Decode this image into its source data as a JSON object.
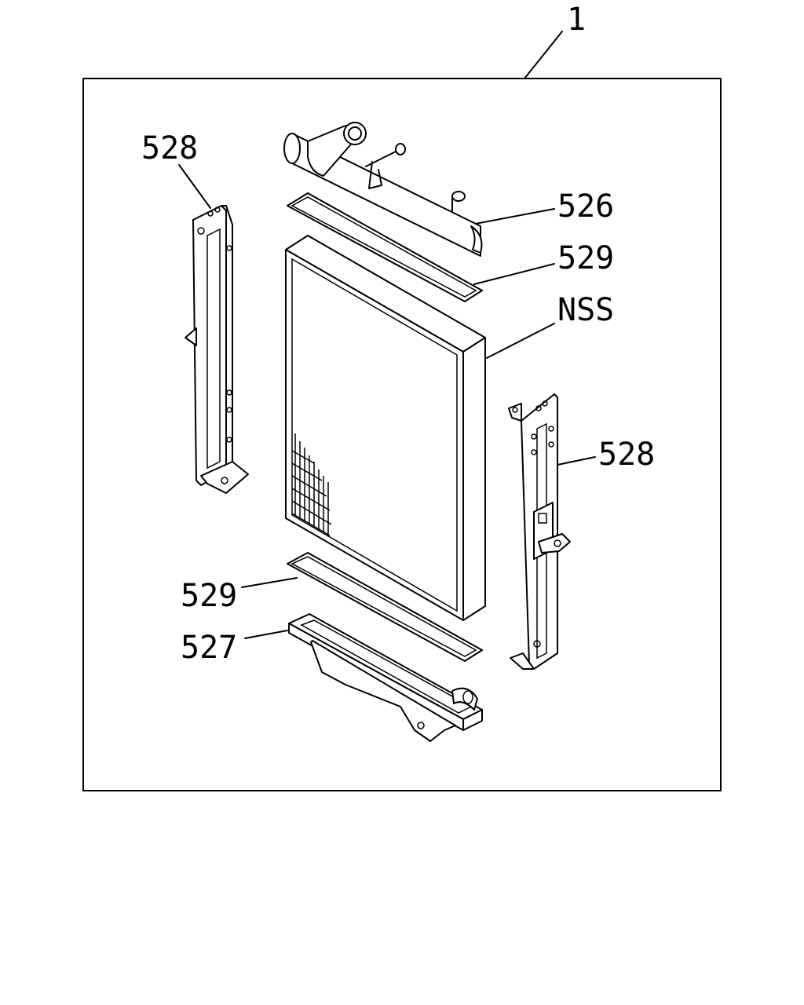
{
  "diagram": {
    "labels": {
      "assembly": "1",
      "upper_tank": "526",
      "gasket_top": "529",
      "core": "NSS",
      "bracket_left": "528",
      "bracket_right": "528",
      "gasket_bottom": "529",
      "lower_tank": "527"
    }
  }
}
